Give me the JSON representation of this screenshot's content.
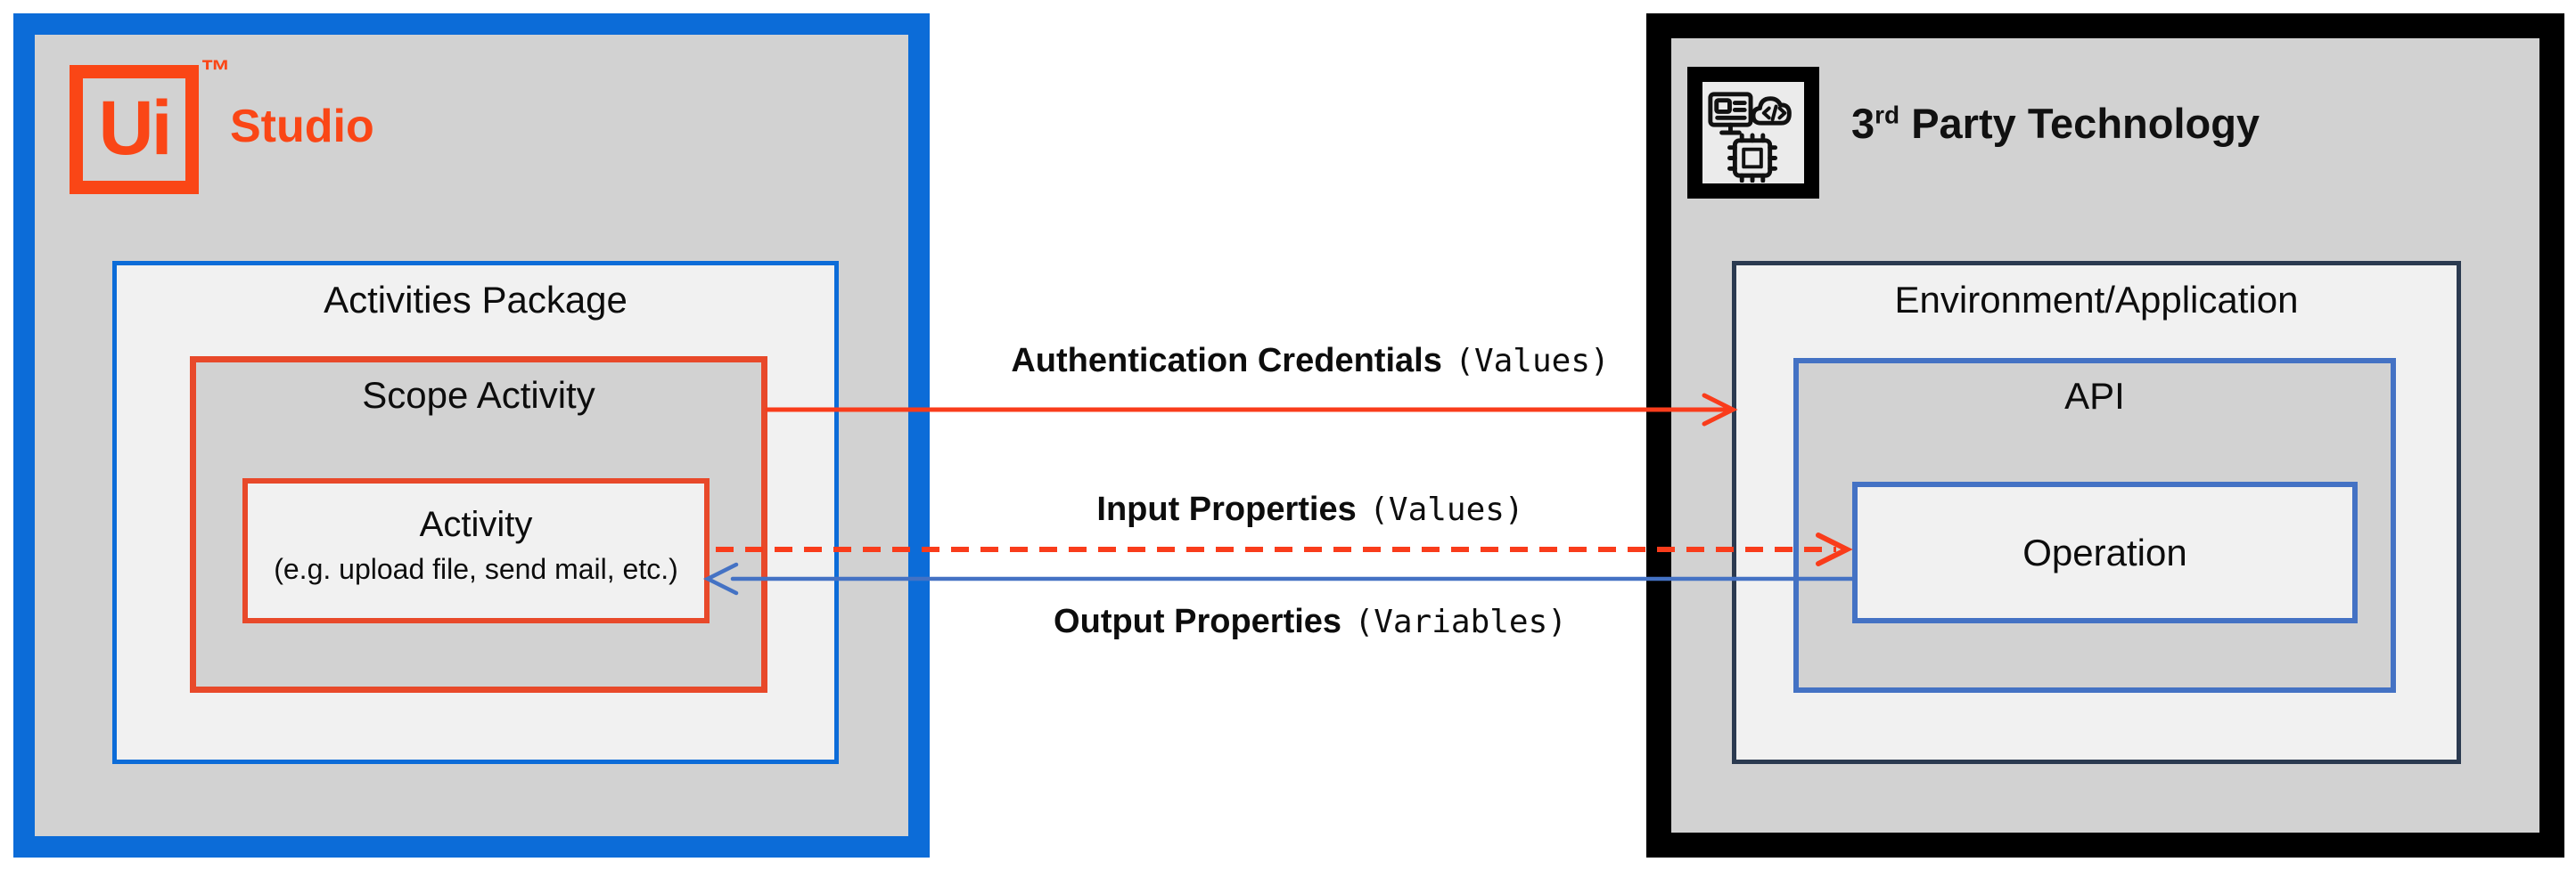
{
  "studio": {
    "logo_text": "Ui",
    "logo_tm": "™",
    "label": "Studio",
    "activities_package": {
      "title": "Activities Package",
      "scope_activity": {
        "title": "Scope Activity",
        "activity": {
          "title": "Activity",
          "subtitle": "(e.g. upload file, send mail, etc.)"
        }
      }
    }
  },
  "third_party": {
    "title_base": "3",
    "title_sup": "rd",
    "title_rest": " Party Technology",
    "icons": [
      "monitor-icon",
      "cloud-code-icon",
      "chip-icon"
    ],
    "environment": {
      "title": "Environment/Application",
      "api": {
        "title": "API",
        "operation": {
          "title": "Operation"
        }
      }
    }
  },
  "connections": [
    {
      "label_bold": "Authentication Credentials",
      "label_mono": "(Values)",
      "style": "solid",
      "direction": "left-to-right",
      "color": "#f93c1b"
    },
    {
      "label_bold": "Input Properties",
      "label_mono": "(Values)",
      "style": "dashed",
      "direction": "left-to-right",
      "color": "#f93c1b"
    },
    {
      "label_bold": "Output Properties",
      "label_mono": "(Variables)",
      "style": "solid",
      "direction": "right-to-left",
      "color": "#4472c4"
    }
  ],
  "colors": {
    "studio_blue": "#0c6cd8",
    "uipath_orange": "#fa4616",
    "scope_orange": "#e8492a",
    "arrow_orange": "#f93c1b",
    "muted_blue": "#4472c4",
    "env_border": "#2b3a50",
    "black": "#000000",
    "gray_fill": "#d2d2d2",
    "light_fill": "#f1f1f1"
  }
}
